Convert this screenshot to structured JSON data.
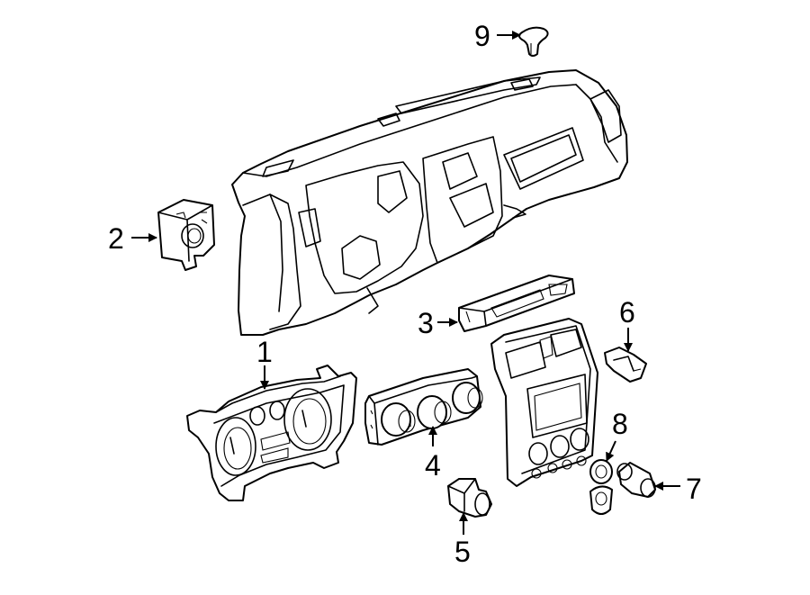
{
  "colors": {
    "line": "#000000",
    "background": "#ffffff"
  },
  "callouts": [
    {
      "id": 1,
      "label": "1"
    },
    {
      "id": 2,
      "label": "2"
    },
    {
      "id": 3,
      "label": "3"
    },
    {
      "id": 4,
      "label": "4"
    },
    {
      "id": 5,
      "label": "5"
    },
    {
      "id": 6,
      "label": "6"
    },
    {
      "id": 7,
      "label": "7"
    },
    {
      "id": 8,
      "label": "8"
    },
    {
      "id": 9,
      "label": "9"
    }
  ]
}
